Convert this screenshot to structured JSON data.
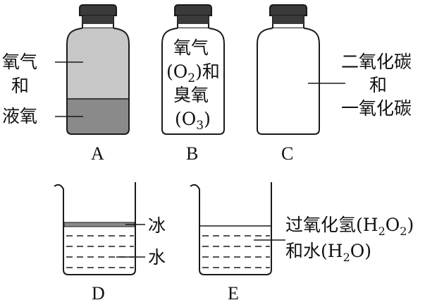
{
  "containers": {
    "A": {
      "letter": "A",
      "upper_label_line1": "氧气",
      "upper_label_line2": "和",
      "lower_label": "液氧"
    },
    "B": {
      "letter": "B",
      "line1": "氧气",
      "line2_pre": "(O",
      "line2_sub": "2",
      "line2_post": ")和",
      "line3": "臭氧",
      "line4_pre": "(O",
      "line4_sub": "3",
      "line4_post": ")"
    },
    "C": {
      "letter": "C",
      "line1": "二氧化碳",
      "line2": "和",
      "line3": "一氧化碳"
    },
    "D": {
      "letter": "D",
      "top_label": "冰",
      "bottom_label": "水"
    },
    "E": {
      "letter": "E",
      "line1_pre": "过氧化氢(H",
      "line1_sub1": "2",
      "line1_mid": "O",
      "line1_sub2": "2",
      "line1_post": ")",
      "line2_pre": "和水(H",
      "line2_sub": "2",
      "line2_post": "O)"
    }
  },
  "colors": {
    "gas_fill": "#c7c7c7",
    "liquid_fill": "#8a8a8a",
    "stopper": "#3a3a3a",
    "stroke": "#1a1a1a"
  }
}
